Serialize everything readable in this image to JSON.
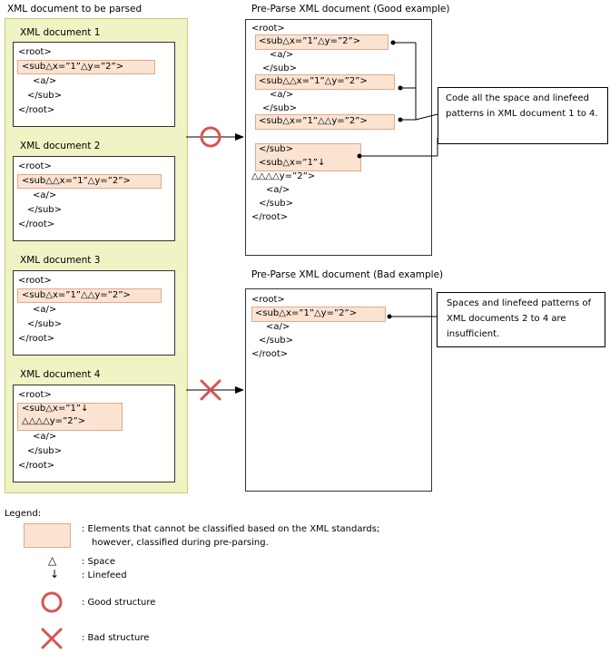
{
  "source": {
    "title": "XML document to be parsed",
    "docs": [
      {
        "title": "XML document 1",
        "lines": [
          "<root>",
          "<sub△x=”1”△y=”2”>",
          "<a/>",
          "</sub>",
          "</root>"
        ]
      },
      {
        "title": "XML document 2",
        "lines": [
          "<root>",
          "<sub△△x=”1”△y=”2”>",
          "<a/>",
          "</sub>",
          "</root>"
        ]
      },
      {
        "title": "XML document 3",
        "lines": [
          "<root>",
          "<sub△x=”1”△△y=”2”>",
          "<a/>",
          "</sub>",
          "</root>"
        ]
      },
      {
        "title": "XML document 4",
        "lines": [
          "<root>",
          "<sub△x=”1”↓",
          "△△△△y=”2”>",
          "<a/>",
          "</sub>",
          "</root>"
        ]
      }
    ]
  },
  "good": {
    "title": "Pre-Parse XML document (Good example)",
    "lines": [
      "<root>",
      "<sub△x=”1”△y=”2”>",
      "<a/>",
      "</sub>",
      "<sub△△x=”1”△y=”2”>",
      "<a/>",
      "</sub>",
      "<sub△x=”1”△△y=”2”>",
      "</sub>",
      "<sub△x=”1”↓",
      "△△△△y=”2”>",
      "<a/>",
      "</sub>",
      "</root>"
    ],
    "note": "Code all the space and linefeed patterns in XML document 1 to 4."
  },
  "bad": {
    "title": "Pre-Parse XML document (Bad example)",
    "lines": [
      "<root>",
      "<sub△x=”1”△y=”2”>",
      "<a/>",
      "</sub>",
      "</root>"
    ],
    "note": "Spaces and linefeed patterns of XML documents 2 to 4 are insufficient."
  },
  "legend": {
    "title": "Legend:",
    "highlight_desc_1": ": Elements that cannot be classified based on the XML standards;",
    "highlight_desc_2": "however, classified during pre-parsing.",
    "space_symbol": "△",
    "space_label": ": Space",
    "linefeed_symbol": "↓",
    "linefeed_label": ": Linefeed",
    "good_label": ": Good structure",
    "bad_label": ": Bad structure"
  },
  "colors": {
    "panel": "#f0f3c4",
    "highlight": "#fbe3d2",
    "highlight_border": "#e2a98a",
    "mark": "#d9534f"
  }
}
